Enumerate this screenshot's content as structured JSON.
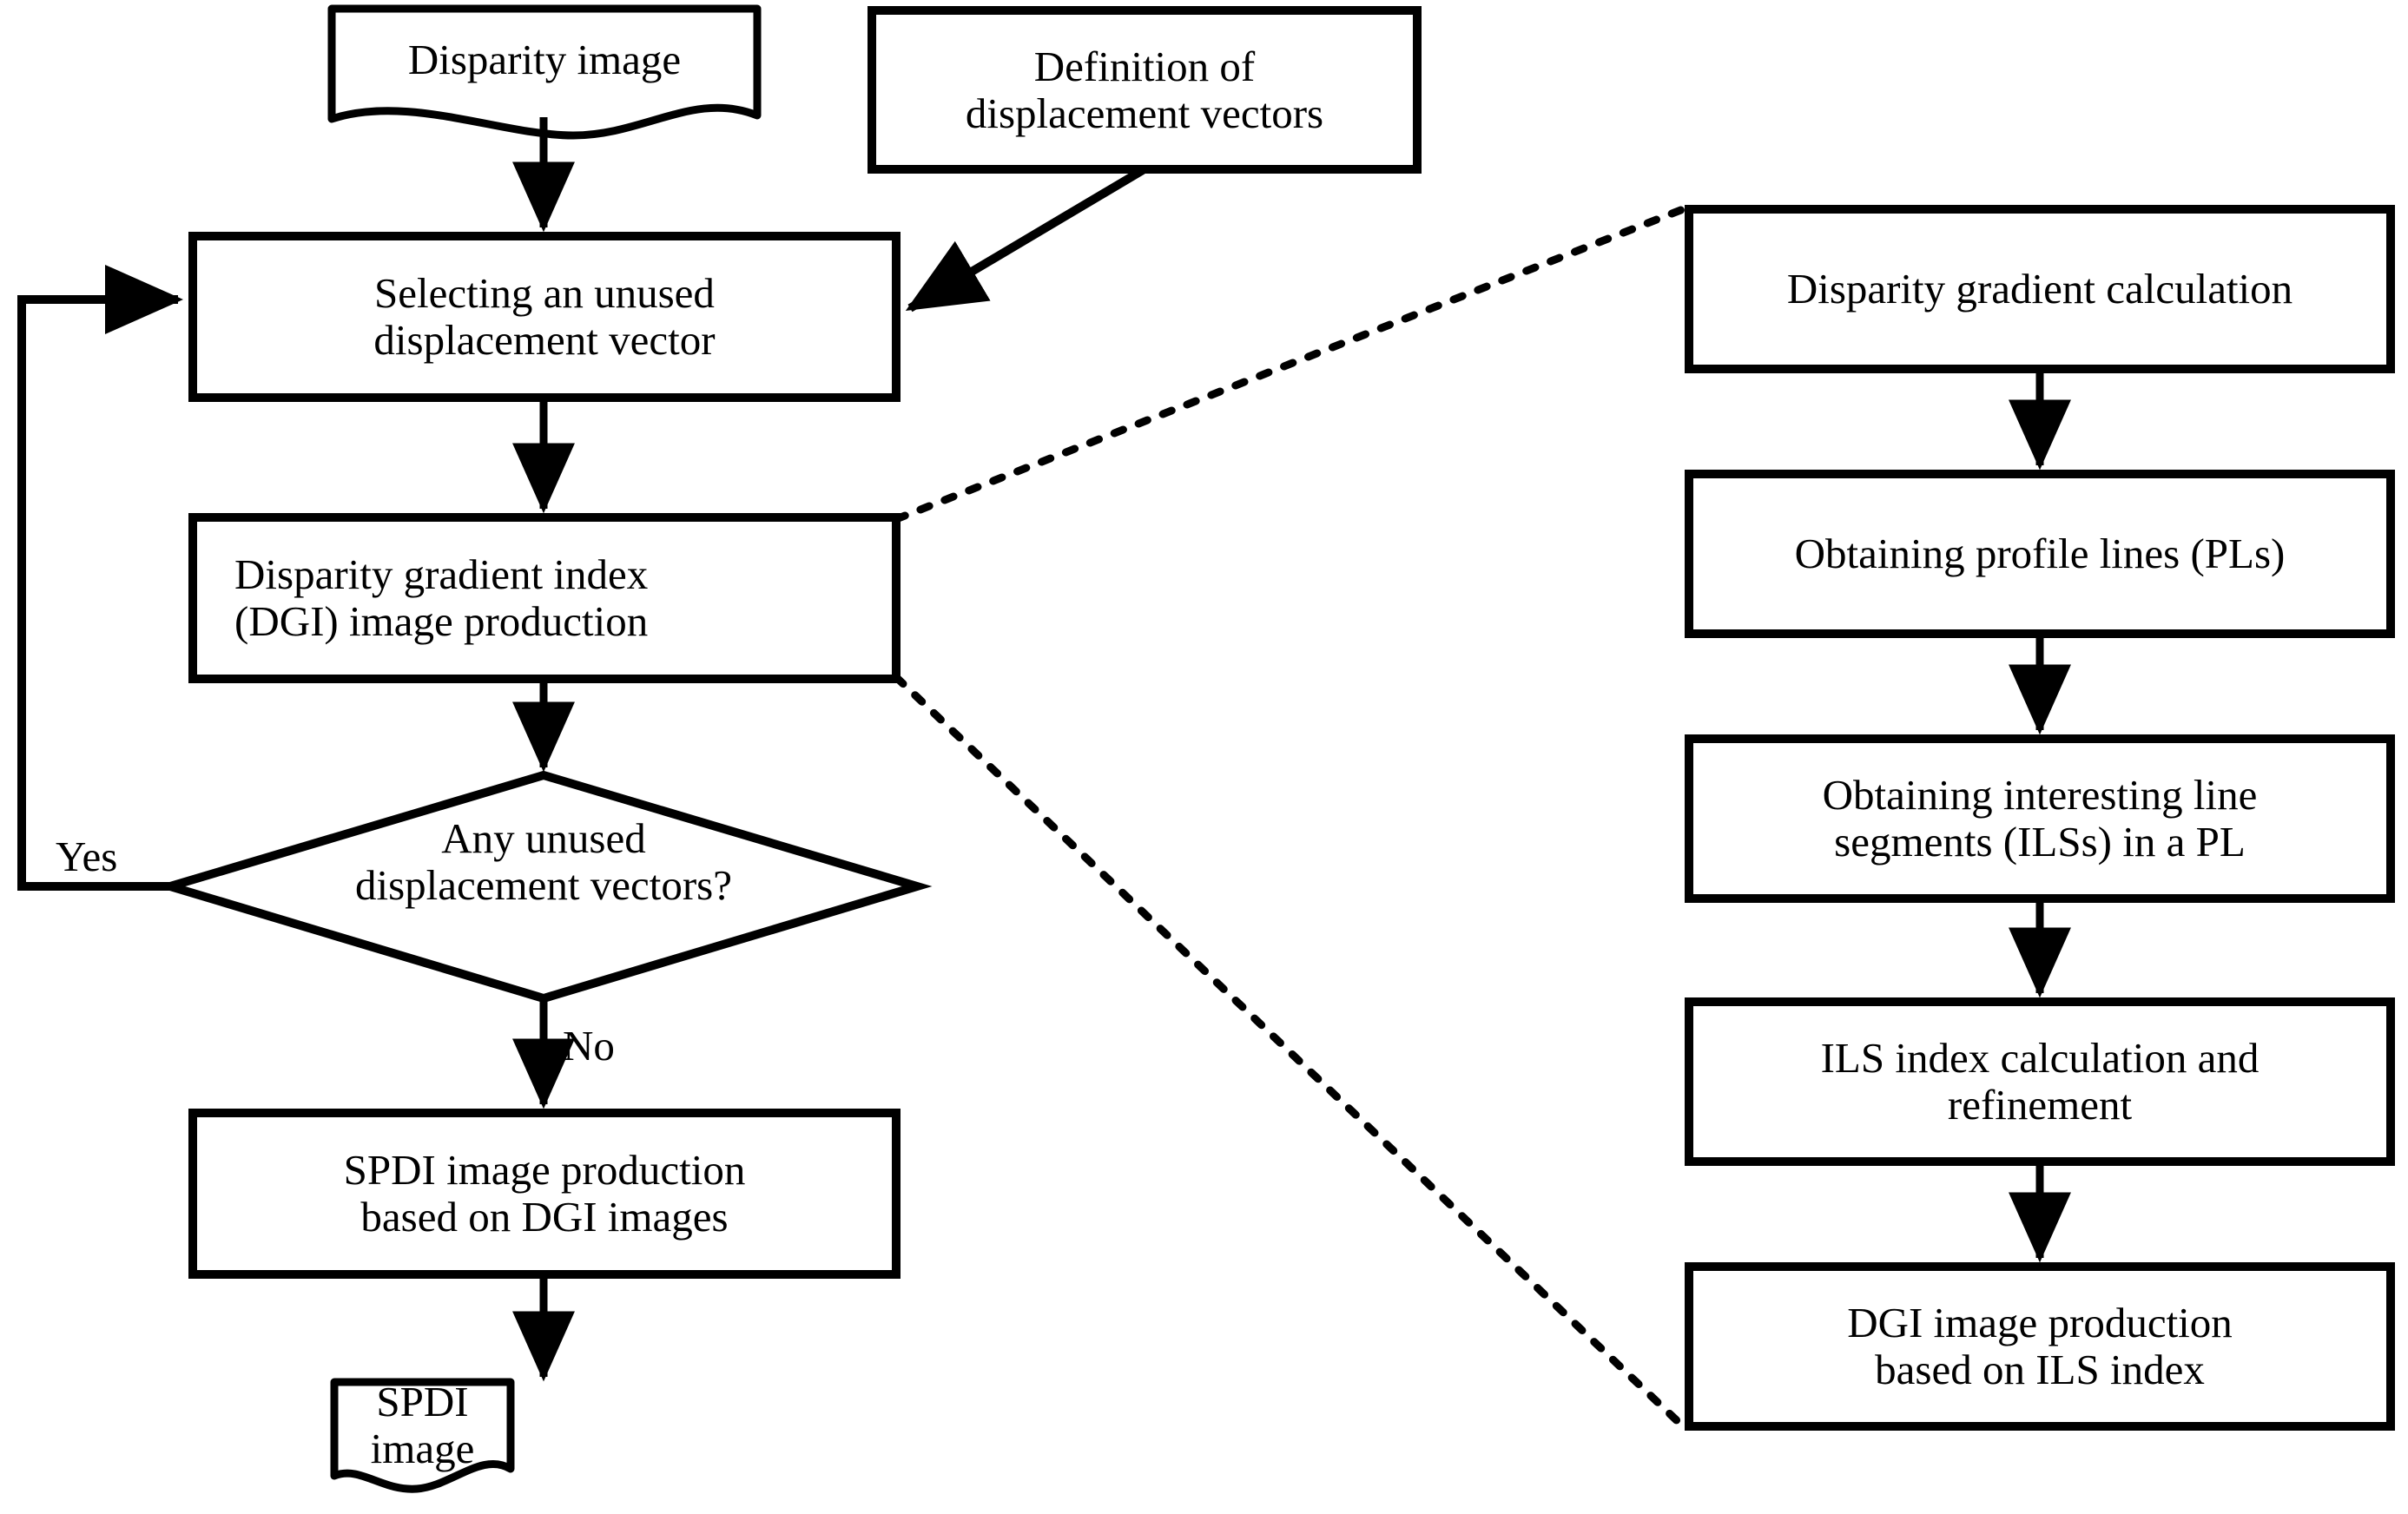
{
  "diagram": {
    "title": "SPDI image production flowchart",
    "ink_color": "#000000",
    "background_color": "#ffffff",
    "left_column": {
      "nodes": [
        {
          "id": "disparity-image",
          "shape": "document",
          "label": "Disparity image"
        },
        {
          "id": "definition-displacement-vectors",
          "shape": "process",
          "label": "Definition of\ndisplacement vectors"
        },
        {
          "id": "selecting-unused-displacement-vector",
          "shape": "process",
          "label": "Selecting an unused\ndisplacement vector"
        },
        {
          "id": "dgi-image-production",
          "shape": "process",
          "label": "Disparity gradient index\n(DGI) image production"
        },
        {
          "id": "any-unused-displacement-vectors",
          "shape": "decision",
          "label": "Any unused\ndisplacement vectors?"
        },
        {
          "id": "spdi-image-production",
          "shape": "process",
          "label": "SPDI image production\nbased on DGI images"
        },
        {
          "id": "spdi-image",
          "shape": "document",
          "label": "SPDI image"
        }
      ],
      "edge_labels": [
        {
          "id": "yes-label",
          "text": "Yes"
        },
        {
          "id": "no-label",
          "text": "No"
        }
      ]
    },
    "right_column": {
      "nodes": [
        {
          "id": "disparity-gradient-calculation",
          "shape": "process",
          "label": "Disparity gradient calculation"
        },
        {
          "id": "obtaining-profile-lines",
          "shape": "process",
          "label": "Obtaining profile lines (PLs)"
        },
        {
          "id": "obtaining-interesting-line-segments",
          "shape": "process",
          "label": "Obtaining interesting line\nsegments (ILSs) in a PL"
        },
        {
          "id": "ils-index-calculation-refinement",
          "shape": "process",
          "label": "ILS index calculation and\nrefinement"
        },
        {
          "id": "dgi-image-production-ils",
          "shape": "process",
          "label": "DGI image production\nbased on  ILS index"
        }
      ]
    },
    "connectors": [
      {
        "id": "disparity-image-to-selecting",
        "style": "solid-arrow"
      },
      {
        "id": "definition-to-selecting",
        "style": "solid-arrow-diagonal"
      },
      {
        "id": "selecting-to-dgi",
        "style": "solid-arrow"
      },
      {
        "id": "dgi-to-decision",
        "style": "solid-arrow"
      },
      {
        "id": "decision-yes-loop-to-selecting",
        "style": "solid-arrow-loop"
      },
      {
        "id": "decision-no-to-spdi-production",
        "style": "solid-arrow"
      },
      {
        "id": "spdi-production-to-spdi-image",
        "style": "solid-arrow"
      },
      {
        "id": "dgi-expansion-top",
        "style": "dotted"
      },
      {
        "id": "dgi-expansion-bottom",
        "style": "dotted"
      },
      {
        "id": "calc-to-profile-lines",
        "style": "solid-arrow"
      },
      {
        "id": "profile-lines-to-ilss",
        "style": "solid-arrow"
      },
      {
        "id": "ilss-to-ils-index",
        "style": "solid-arrow"
      },
      {
        "id": "ils-index-to-dgi-production",
        "style": "solid-arrow"
      }
    ]
  }
}
